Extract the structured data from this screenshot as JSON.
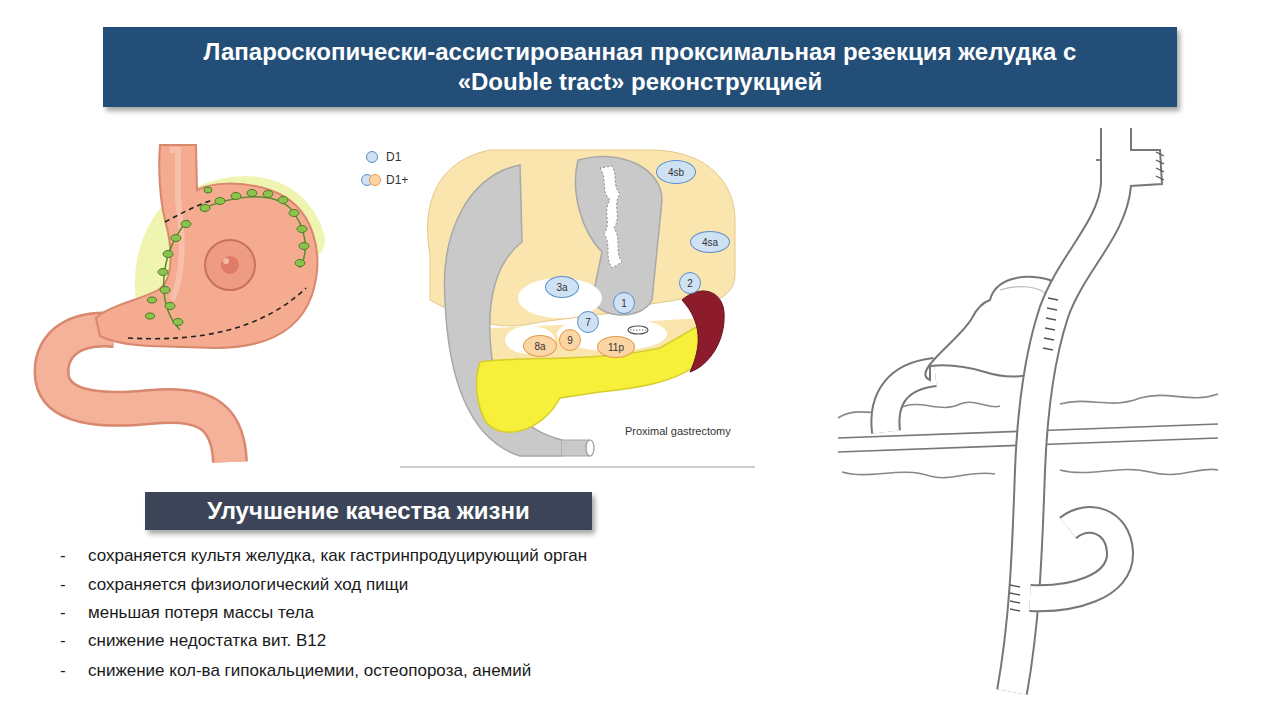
{
  "diagram": {
    "title": "Лапароскопически-ассистированная проксимальная резекция желудка с «Double tract» реконструкцией",
    "nodes": [
      {
        "text": [
          "4sb"
        ]
      },
      {
        "text": [
          "4sa"
        ]
      },
      {
        "text": [
          "2"
        ]
      },
      {
        "text": [
          "3a"
        ]
      },
      {
        "text": [
          "1"
        ]
      },
      {
        "text": [
          "7"
        ]
      },
      {
        "text": [
          "8a"
        ]
      },
      {
        "text": [
          "9"
        ]
      },
      {
        "text": [
          "11p"
        ]
      },
      {
        "text": [
          "Улучшение качества жизни"
        ]
      }
    ],
    "labels": [
      "Proximal gastrectomy",
      "-",
      "сохраняется культя желудка, как гастринпродуцирующий орган",
      "-",
      "сохраняется физиологический ход пищи",
      "-",
      "меньшая потеря массы тела",
      "-",
      "снижение недостатка вит. В12",
      "-",
      "снижение кол-ва гипокальциемии, остеопороза, анемий"
    ],
    "legend": [
      {
        "text": "D1",
        "color": "#cfe2f3"
      },
      {
        "text": "D1+"
      }
    ]
  }
}
